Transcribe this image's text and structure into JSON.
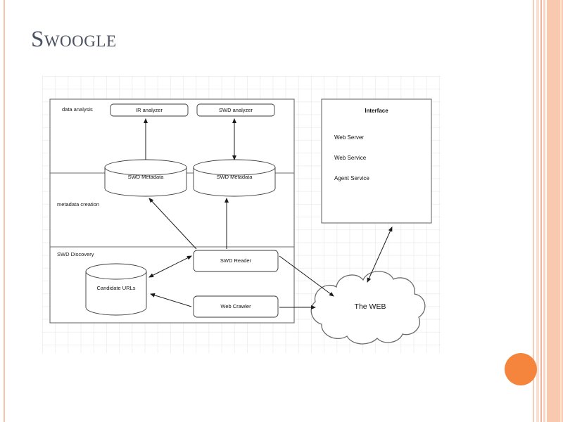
{
  "slide": {
    "title": "Swoogle",
    "accent_color": "#f5843c",
    "stripe_color": "#f8c8af",
    "background": "#ffffff"
  },
  "decor": {
    "bullet_dot": "orange-circle",
    "left_stripe": "peach-vertical-line",
    "right_stripes": "peach-vertical-band"
  },
  "diagram": {
    "layers": [
      {
        "key": "data_analysis",
        "label": "data analysis"
      },
      {
        "key": "metadata_creation",
        "label": "metadata creation"
      },
      {
        "key": "swd_discovery",
        "label": "SWD Discovery"
      }
    ],
    "boxes": [
      {
        "key": "ir_analyzer",
        "label": "IR analyzer"
      },
      {
        "key": "swd_analyzer",
        "label": "SWD analyzer"
      },
      {
        "key": "swd_reader",
        "label": "SWD Reader"
      },
      {
        "key": "web_crawler",
        "label": "Web Crawler"
      }
    ],
    "cylinders": [
      {
        "key": "swd_metadata_left",
        "label": "SWD Metadata"
      },
      {
        "key": "swd_metadata_right",
        "label": "SWD Metadata"
      },
      {
        "key": "candidate_urls",
        "label": "Candidate URLs"
      }
    ],
    "interface_panel": {
      "title": "Interface",
      "items": [
        "Web Server",
        "Web Service",
        "Agent Service"
      ]
    },
    "cloud": {
      "label": "The WEB"
    }
  }
}
